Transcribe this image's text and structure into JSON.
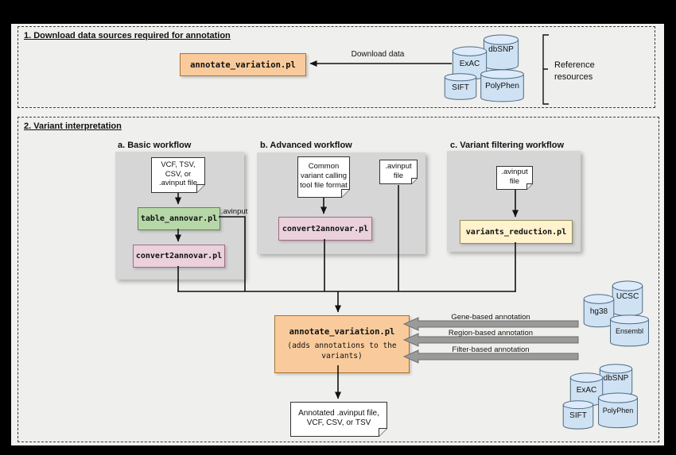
{
  "s1": {
    "title": "1. Download data sources required for annotation",
    "tool": "annotate_variation.pl",
    "download_arrow_label": "Download data",
    "bracket_label": "Reference resources",
    "databases": [
      "dbSNP",
      "ExAC",
      "PolyPhen",
      "SIFT"
    ]
  },
  "s2": {
    "title": "2. Variant interpretation",
    "basic": {
      "label": "a. Basic workflow",
      "input_note": "VCF, TSV, CSV, or .avinput file",
      "tool1": "table_annovar.pl",
      "edge_label": ".avinput",
      "tool2": "convert2annovar.pl"
    },
    "advanced": {
      "label": "b. Advanced workflow",
      "input_note": "Common variant calling tool file format",
      "tool": "convert2annovar.pl",
      "side_note": ".avinput file"
    },
    "filtering": {
      "label": "c. Variant filtering workflow",
      "input_note": ".avinput file",
      "tool": "variants_reduction.pl"
    },
    "annotator": {
      "name": "annotate_variation.pl",
      "subtitle": "(adds annotations to the variants)"
    },
    "annotation_arrows": [
      "Gene-based annotation",
      "Region-based annotation",
      "Filter-based annotation"
    ],
    "genome_databases": [
      "UCSC",
      "hg38",
      "Ensembl"
    ],
    "filter_databases": [
      "dbSNP",
      "ExAC",
      "PolyPhen",
      "SIFT"
    ],
    "output_note": "Annotated .avinput file, VCF, CSV, or TSV"
  },
  "colors": {
    "tool_orange": "#f9cb9c",
    "tool_green": "#b6d7a8",
    "tool_pink": "#ead1dc",
    "tool_yellow": "#fff2cc",
    "database_blue": "#cfe2f3",
    "panel_gray": "#d6d6d6",
    "block_arrow_gray": "#9a9a9a"
  }
}
